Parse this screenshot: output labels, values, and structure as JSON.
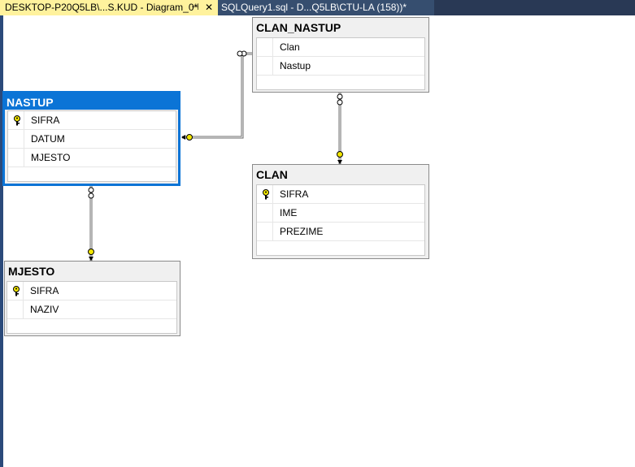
{
  "tabs": [
    {
      "label": "DESKTOP-P20Q5LB\\...S.KUD - Diagram_0*",
      "active": true,
      "pin_icon": "pin-icon",
      "close_icon": "close-icon"
    },
    {
      "label": "SQLQuery1.sql - D...Q5LB\\CTU-LA (158))*",
      "active": false
    }
  ],
  "colors": {
    "active_tab": "#fff29d",
    "inactive_tab": "#364e6f",
    "selected_table": "#0b74d6",
    "key_icon": "#f2e600"
  },
  "tables": {
    "clan_nastup": {
      "title": "CLAN_NASTUP",
      "columns": [
        "Clan",
        "Nastup"
      ]
    },
    "nastup": {
      "title": "NASTUP",
      "columns": [
        "SIFRA",
        "DATUM",
        "MJESTO"
      ],
      "primary_key": "SIFRA",
      "selected": true
    },
    "clan": {
      "title": "CLAN",
      "columns": [
        "SIFRA",
        "IME",
        "PREZIME"
      ],
      "primary_key": "SIFRA"
    },
    "mjesto": {
      "title": "MJESTO",
      "columns": [
        "SIFRA",
        "NAZIV"
      ],
      "primary_key": "SIFRA"
    }
  },
  "relationships": [
    {
      "from": "CLAN_NASTUP",
      "to": "NASTUP"
    },
    {
      "from": "CLAN_NASTUP",
      "to": "CLAN"
    },
    {
      "from": "NASTUP",
      "to": "MJESTO"
    }
  ]
}
